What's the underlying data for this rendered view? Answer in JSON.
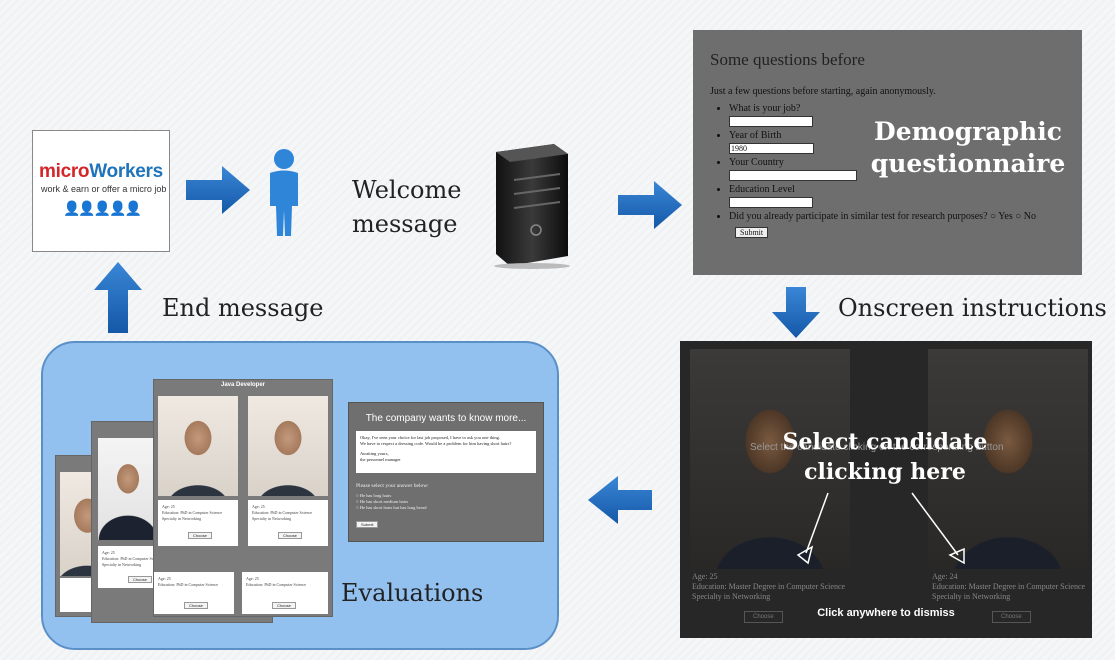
{
  "logo": {
    "part1": "micro",
    "part2": "Workers",
    "tagline": "work & earn or offer a micro job"
  },
  "labels": {
    "welcome_line1": "Welcome",
    "welcome_line2": "message",
    "end_message": "End message",
    "onscreen_instructions": "Onscreen instructions",
    "evaluations": "Evaluations"
  },
  "questionnaire": {
    "title": "Some questions before",
    "intro": "Just a few questions before starting, again anonymously.",
    "q_job": "What is your job?",
    "q_birth": "Year of Birth",
    "birth_value": "1980",
    "q_country": "Your Country",
    "q_education": "Education Level",
    "q_participate": "Did you already participate in similar test for research purposes?",
    "opt_yes": "Yes",
    "opt_no": "No",
    "submit": "Submit",
    "overlay_line1": "Demographic",
    "overlay_line2": "questionnaire"
  },
  "instructions": {
    "faded_text": "Select the candidate clicking on the corresponding button",
    "overlay_line1": "Select candidate",
    "overlay_line2": "clicking here",
    "dismiss": "Click anywhere to dismiss",
    "card_left": [
      "Age: 25",
      "Education: Master Degree in Computer Science",
      "Specialty in Networking"
    ],
    "card_right": [
      "Age: 24",
      "Education: Master Degree in Computer Science",
      "Specialty in Networking"
    ],
    "choose": "Choose"
  },
  "evaluations": {
    "sheet_title": "Java Developer",
    "card_lines": [
      "Age: 25",
      "Education: PhD in Computer Science",
      "Specialty in Networking"
    ],
    "choose": "Choose",
    "company_title": "The company wants to know more...",
    "company_text1": "Okay, I've seen your choice for last job proposed, I have to ask you one thing.",
    "company_text2": "We have to respect a dressing code. Would be a problem for him having short hairs?",
    "company_text3": "Awaiting yours,",
    "company_text4": "the personnel manager",
    "answer_prompt": "Please select your answer below:",
    "answers": [
      "He has long hairs",
      "He has short medium hairs",
      "He has short hairs but has long beard"
    ],
    "submit": "Submit"
  },
  "colors": {
    "arrow": "#1c6bc4",
    "panel_gray": "#6e6e6e",
    "eval_bg": "#93c1ef"
  }
}
